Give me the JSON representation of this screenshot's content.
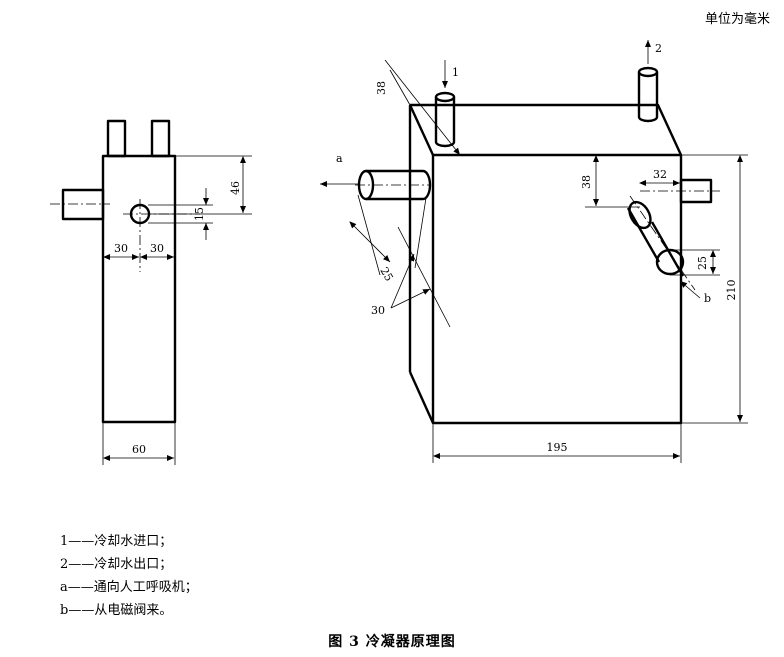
{
  "unit_note": "单位为毫米",
  "caption": "图 3   冷凝器原理图",
  "legend": [
    {
      "key": "1",
      "sep": "——",
      "text": "冷却水进口；"
    },
    {
      "key": "2",
      "sep": "——",
      "text": "冷却水出口；"
    },
    {
      "key": "a",
      "sep": "——",
      "text": "通向人工呼吸机；"
    },
    {
      "key": "b",
      "sep": "——",
      "text": "从电磁阀来。"
    }
  ],
  "side_view": {
    "dim_height": "46",
    "dim_hole": "15",
    "dim_left": "30",
    "dim_right": "30",
    "dim_width": "60"
  },
  "iso_view": {
    "label_inlet": "1",
    "label_outlet": "2",
    "label_a": "a",
    "label_b": "b",
    "dim_38_top": "38",
    "dim_38_mid": "38",
    "dim_32": "32",
    "dim_25_left": "25",
    "dim_25_right": "25",
    "dim_30": "30",
    "dim_210": "210",
    "dim_195": "195"
  }
}
